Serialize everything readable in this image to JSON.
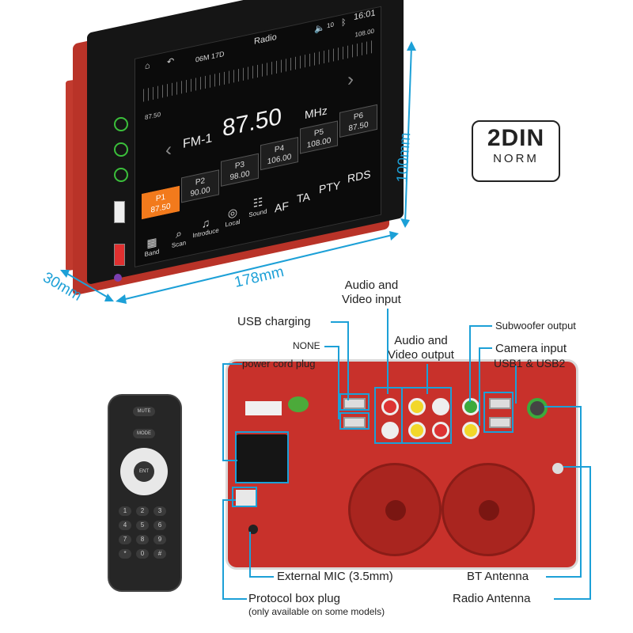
{
  "screen": {
    "time": "16:01",
    "title": "Radio",
    "date": "06M 17D",
    "vol": "10",
    "freq_start": "87.50",
    "freq_end": "108.00",
    "band": "FM-1",
    "frequency": "87.50",
    "unit": "MHz",
    "presets": [
      {
        "label": "P1",
        "value": "87.50"
      },
      {
        "label": "P2",
        "value": "90.00"
      },
      {
        "label": "P3",
        "value": "98.00"
      },
      {
        "label": "P4",
        "value": "106.00"
      },
      {
        "label": "P5",
        "value": "108.00"
      },
      {
        "label": "P6",
        "value": "87.50"
      }
    ],
    "tools": [
      "Band",
      "Scan",
      "Introduce",
      "Local",
      "Sound"
    ],
    "buttons": [
      "AF",
      "TA",
      "PTY",
      "RDS"
    ]
  },
  "dimensions": {
    "height": "100mm",
    "width": "178mm",
    "depth": "30mm"
  },
  "badge": {
    "line1": "2DIN",
    "line2": "NORM"
  },
  "labels": {
    "audio_video_input": "Audio and\nVideo input",
    "usb_charging": "USB charging",
    "none": "NONE",
    "power_cord": "power cord plug",
    "audio_video_output": "Audio and\nVideo output",
    "subwoofer": "Subwoofer output",
    "camera_input": "Camera input",
    "usb12": "USB1 & USB2",
    "external_mic": "External MIC (3.5mm)",
    "bt_antenna": "BT Antenna",
    "protocol_box": "Protocol box plug",
    "protocol_note": "(only available on some models)",
    "radio_antenna": "Radio Antenna"
  },
  "remote": {
    "top1": "MUTE",
    "top2": "MODE",
    "center": "ENT",
    "keys": [
      "1",
      "2",
      "3",
      "4",
      "5",
      "6",
      "7",
      "8",
      "9",
      "*",
      "0",
      "#"
    ]
  },
  "colors": {
    "accent": "#1ca0d7",
    "chassis": "#c8312b",
    "active_preset": "#f27a1c"
  }
}
